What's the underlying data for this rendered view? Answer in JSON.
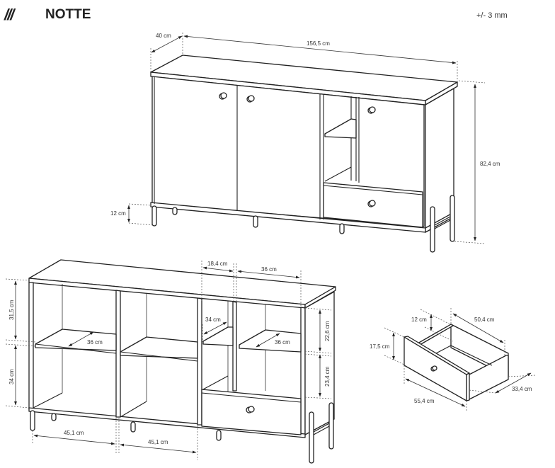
{
  "header": {
    "logo_mark": "///",
    "title": "NOTTE",
    "tolerance": "+/- 3 mm"
  },
  "closed_view": {
    "depth": "40 cm",
    "width": "156,5 cm",
    "height": "82,4 cm",
    "leg_height": "12 cm"
  },
  "open_view": {
    "shelf_depth_left": "36 cm",
    "narrow_compartment_width": "18,4 cm",
    "right_compartment_width": "36 cm",
    "narrow_shelf_depth": "34 cm",
    "right_shelf_depth": "36 cm",
    "upper_height_left": "31,5 cm",
    "lower_height_left": "34 cm",
    "upper_height_right": "22,6 cm",
    "lower_height_right": "23,4 cm",
    "compartment_width_1": "45,1 cm",
    "compartment_width_2": "45,1 cm"
  },
  "drawer_view": {
    "inner_height": "12 cm",
    "front_height": "17,5 cm",
    "inner_length": "50,4 cm",
    "outer_length": "55,4 cm",
    "width": "33,4 cm"
  },
  "colors": {
    "line": "#222222",
    "background": "#ffffff"
  }
}
